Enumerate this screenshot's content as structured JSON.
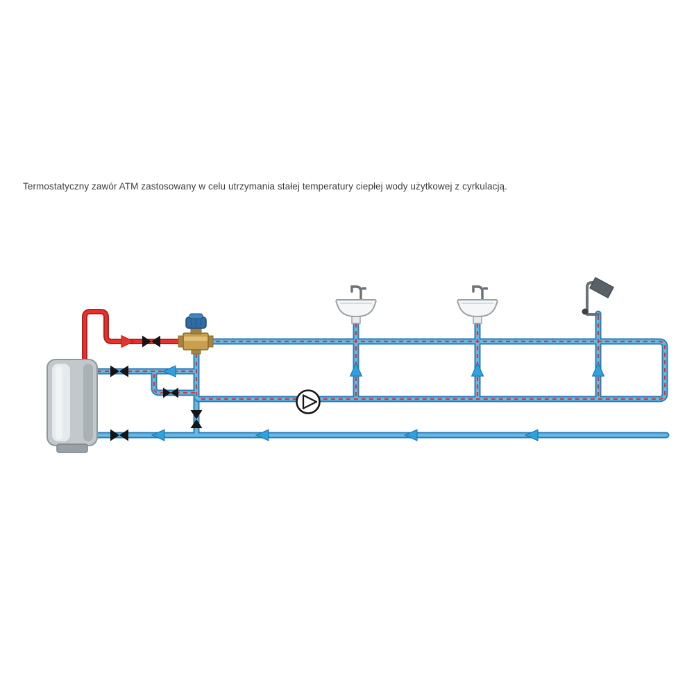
{
  "caption": "Termostatyczny zawór ATM zastosowany w celu utrzymania stałej temperatury ciepłej wody użytkowej z cyrkulacją.",
  "colors": {
    "text": "#3c3c3c",
    "hot": "#e5322d",
    "hot-edge": "#b91f1c",
    "pipe-edge": "#2a7db5",
    "pipe-fill": "#66b9e5",
    "arrow-blue": "#2ea1df",
    "arrow-blue-edge": "#1b6fa6",
    "valve-black": "#141414",
    "cap-blue": "#2e6da4",
    "brass": "#c79f4e",
    "brass-edge": "#8a6d2f",
    "fixture-gray": "#6b7277",
    "boiler-fill": "#c2c8cb",
    "boiler-edge": "#8e979b"
  },
  "components": [
    "boiler",
    "atm-thermostatic-mixing-valve",
    "circulation-pump",
    "sink",
    "sink",
    "shower",
    "shutoff-valve",
    "hot-water-line",
    "tempered-water-line-with-circulation",
    "cold-water-line"
  ]
}
